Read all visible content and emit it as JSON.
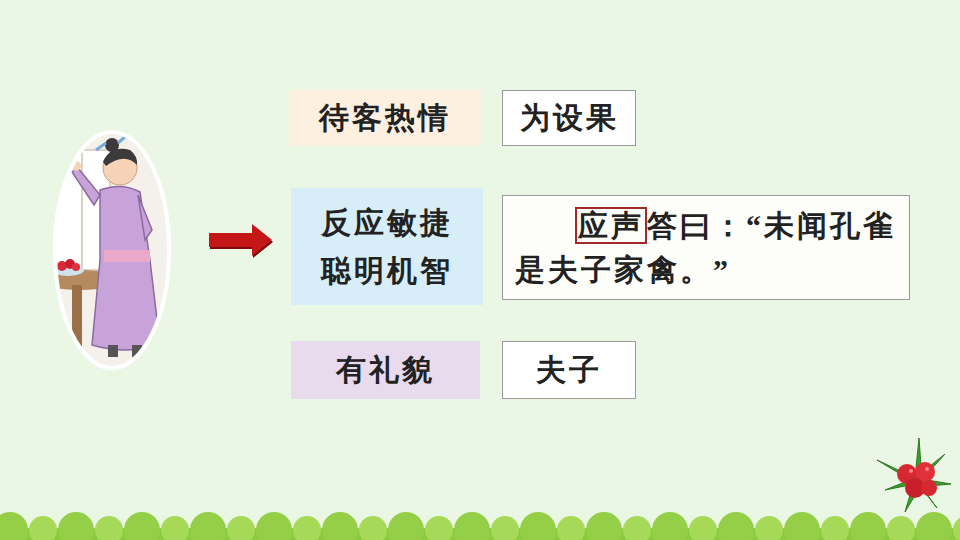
{
  "diagram": {
    "nodes": [
      {
        "text": [
          "待客热情"
        ]
      },
      {
        "text": [
          "为设果"
        ]
      },
      {
        "text": [
          "反应敏捷 聪明机智"
        ]
      },
      {
        "text": [
          "应声",
          "答曰：“未闻孔雀是夫子家禽。”"
        ]
      },
      {
        "text": [
          "有礼貌"
        ]
      },
      {
        "text": [
          "夫子"
        ]
      }
    ]
  }
}
